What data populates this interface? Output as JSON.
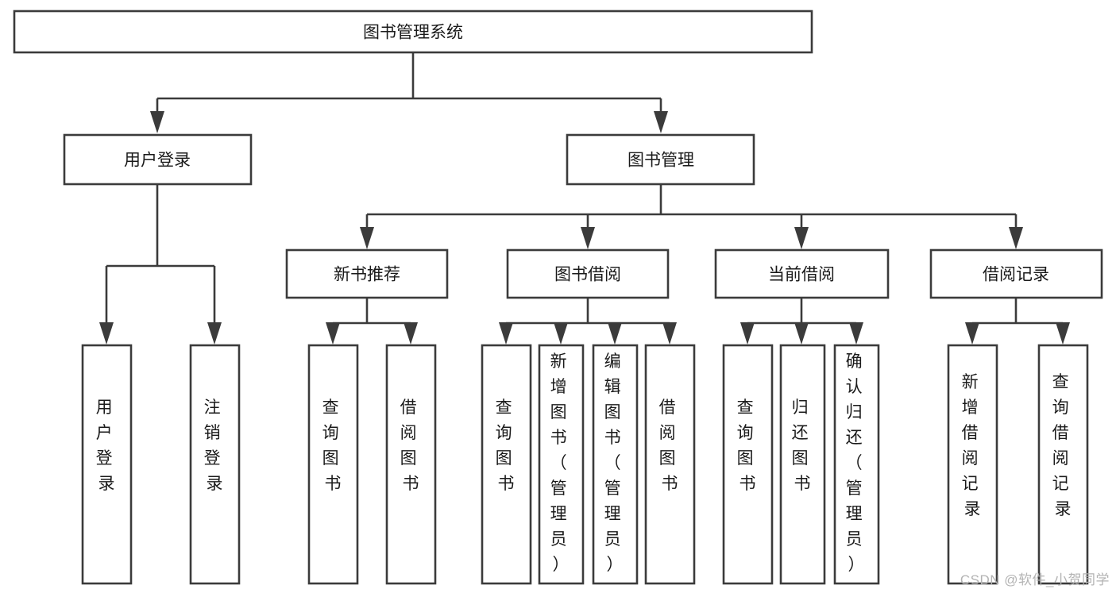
{
  "diagram": {
    "type": "tree",
    "orientation": "top-down",
    "title": "图书管理系统",
    "colors": {
      "stroke": "#3b3b3b",
      "box_fill": "#ffffff",
      "text": "#1a1a1a",
      "background": "#ffffff",
      "watermark": "#b3b3b3"
    },
    "root": {
      "id": "root",
      "label": "图书管理系统",
      "text_orientation": "horizontal"
    },
    "level1": [
      {
        "id": "user-login",
        "label": "用户登录",
        "text_orientation": "horizontal"
      },
      {
        "id": "book-management",
        "label": "图书管理",
        "text_orientation": "horizontal"
      }
    ],
    "level2": [
      {
        "id": "new-book-recommend",
        "label": "新书推荐",
        "parent": "book-management",
        "text_orientation": "horizontal"
      },
      {
        "id": "book-borrow",
        "label": "图书借阅",
        "parent": "book-management",
        "text_orientation": "horizontal"
      },
      {
        "id": "current-borrow",
        "label": "当前借阅",
        "parent": "book-management",
        "text_orientation": "horizontal"
      },
      {
        "id": "borrow-record",
        "label": "借阅记录",
        "parent": "book-management",
        "text_orientation": "horizontal"
      }
    ],
    "leaves": [
      {
        "id": "leaf-user-login",
        "parent": "user-login",
        "lines": [
          "用",
          "户",
          "登",
          "录"
        ],
        "text_orientation": "vertical"
      },
      {
        "id": "leaf-user-logout",
        "parent": "user-login",
        "lines": [
          "注",
          "销",
          "登",
          "录"
        ],
        "text_orientation": "vertical"
      },
      {
        "id": "leaf-recommend-query-book",
        "parent": "new-book-recommend",
        "lines": [
          "查",
          "询",
          "图",
          "书"
        ],
        "text_orientation": "vertical"
      },
      {
        "id": "leaf-recommend-borrow-book",
        "parent": "new-book-recommend",
        "lines": [
          "借",
          "阅",
          "图",
          "书"
        ],
        "text_orientation": "vertical"
      },
      {
        "id": "leaf-borrow-query-book",
        "parent": "book-borrow",
        "lines": [
          "查",
          "询",
          "图",
          "书"
        ],
        "text_orientation": "vertical"
      },
      {
        "id": "leaf-add-book-admin",
        "parent": "book-borrow",
        "lines": [
          "新",
          "增",
          "图",
          "书",
          "（",
          "管",
          "理",
          "员",
          "）"
        ],
        "text_orientation": "vertical"
      },
      {
        "id": "leaf-edit-book-admin",
        "parent": "book-borrow",
        "lines": [
          "编",
          "辑",
          "图",
          "书",
          "（",
          "管",
          "理",
          "员",
          "）"
        ],
        "text_orientation": "vertical"
      },
      {
        "id": "leaf-borrow-book",
        "parent": "book-borrow",
        "lines": [
          "借",
          "阅",
          "图",
          "书"
        ],
        "text_orientation": "vertical"
      },
      {
        "id": "leaf-current-query-book",
        "parent": "current-borrow",
        "lines": [
          "查",
          "询",
          "图",
          "书"
        ],
        "text_orientation": "vertical"
      },
      {
        "id": "leaf-return-book",
        "parent": "current-borrow",
        "lines": [
          "归",
          "还",
          "图",
          "书"
        ],
        "text_orientation": "vertical"
      },
      {
        "id": "leaf-confirm-return-admin",
        "parent": "current-borrow",
        "lines": [
          "确",
          "认",
          "归",
          "还",
          "（",
          "管",
          "理",
          "员",
          "）"
        ],
        "text_orientation": "vertical"
      },
      {
        "id": "leaf-add-borrow-record",
        "parent": "borrow-record",
        "lines": [
          "新",
          "增",
          "借",
          "阅",
          "记",
          "录"
        ],
        "text_orientation": "vertical"
      },
      {
        "id": "leaf-query-borrow-record",
        "parent": "borrow-record",
        "lines": [
          "查",
          "询",
          "借",
          "阅",
          "记",
          "录"
        ],
        "text_orientation": "vertical"
      }
    ]
  },
  "watermark": {
    "text": "CSDN @软件_小贺同学"
  }
}
